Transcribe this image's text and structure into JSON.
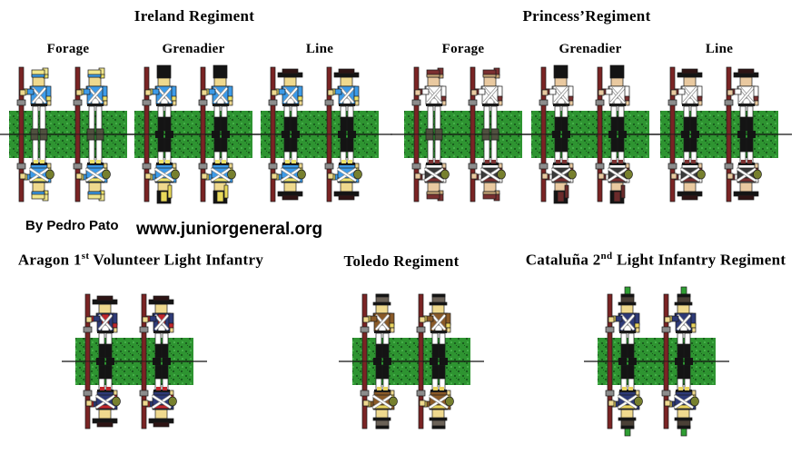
{
  "page": {
    "background": "#FFFFFF"
  },
  "credits": {
    "author": "By Pedro Pato",
    "website": "www.juniorgeneral.org"
  },
  "colors": {
    "grass": "#2E9431",
    "grass_dark": "#1A5E1E",
    "grass_light": "#45AE49",
    "musket": "#7A2424",
    "musket_lock": "#8C8C8C",
    "outline": "#1A1A1A",
    "fold_line": "#111111"
  },
  "regiments": [
    {
      "title": "Ireland Regiment",
      "units": [
        {
          "label": "Forage",
          "uniform": {
            "hat": "forage",
            "hat_color": "#F0E68C",
            "hat_band": "#3D9BE9",
            "hat_tip": "#EDE26B",
            "coat": "#3D9BE9",
            "facings": "#EDE26B",
            "trousers": "#FFFFFF",
            "gaiters": "shoes",
            "skin": "#EFD98E",
            "pack": "#3D9BE9",
            "bearskin_back": "#E8D95A"
          }
        },
        {
          "label": "Grenadier",
          "uniform": {
            "hat": "bearskin",
            "coat": "#3D9BE9",
            "facings": "#EDE26B",
            "trousers": "#FFFFFF",
            "gaiters": "black",
            "skin": "#EFD98E",
            "pack": "#3D9BE9",
            "bearskin_back": "#E8D95A"
          }
        },
        {
          "label": "Line",
          "uniform": {
            "hat": "bicorne",
            "coat": "#3D9BE9",
            "facings": "#EDE26B",
            "trousers": "#FFFFFF",
            "gaiters": "black",
            "skin": "#EFD98E",
            "pack": "#3D9BE9",
            "bearskin_back": "#E8D95A"
          }
        }
      ]
    },
    {
      "title": "Princess’Regiment",
      "units": [
        {
          "label": "Forage",
          "uniform": {
            "hat": "forage",
            "hat_color": "#7A3030",
            "hat_band": "#C9A878",
            "hat_tip": "#C9A878",
            "coat": "#FCFCFC",
            "facings": "#7A3030",
            "trousers": "#FCFCFC",
            "gaiters": "shoes",
            "skin": "#E9C9A0",
            "pack": "#3A3A3A",
            "bearskin_back": "#6B2B2B"
          }
        },
        {
          "label": "Grenadier",
          "uniform": {
            "hat": "bearskin",
            "coat": "#FCFCFC",
            "facings": "#7A3030",
            "trousers": "#FCFCFC",
            "gaiters": "black",
            "skin": "#E9C9A0",
            "pack": "#3A3A3A",
            "bearskin_back": "#6B2B2B"
          }
        },
        {
          "label": "Line",
          "uniform": {
            "hat": "bicorne",
            "coat": "#FCFCFC",
            "facings": "#7A3030",
            "trousers": "#FCFCFC",
            "gaiters": "black",
            "skin": "#E9C9A0",
            "pack": "#3A3A3A",
            "bearskin_back": "#6B2B2B"
          }
        }
      ]
    },
    {
      "title": "Aragon 1st Volunteer Light Infantry",
      "title_pre": "Aragon 1",
      "title_sup": "st",
      "title_post": " Volunteer Light Infantry",
      "units": [
        {
          "label": "",
          "uniform": {
            "hat": "bicorne",
            "coat": "#2E3A77",
            "facings": "#C0272D",
            "chest": "#C0272D",
            "trousers": "#FFFFFF",
            "gaiters": "black",
            "skin": "#EFD98E",
            "pack": "#2E3A77"
          }
        }
      ]
    },
    {
      "title": "Toledo Regiment",
      "units": [
        {
          "label": "",
          "uniform": {
            "hat": "shako",
            "hat_color": "#6B6257",
            "hat_top": "#141414",
            "coat": "#8A5A28",
            "facings": "#E9D35E",
            "trousers": "#FFFFFF",
            "gaiters": "black",
            "skin": "#EFD98E",
            "pack": "#8A5A28"
          }
        }
      ]
    },
    {
      "title": "Cataluña 2nd Light Infantry Regiment",
      "title_pre": "Cataluña 2",
      "title_sup": "nd",
      "title_post": " Light Infantry Regiment",
      "units": [
        {
          "label": "",
          "uniform": {
            "hat": "shako",
            "hat_color": "#4A4036",
            "hat_top": "#141414",
            "plume": "#2F9E33",
            "coat": "#2E3A77",
            "facings": "#E9D35E",
            "trousers": "#FFFFFF",
            "gaiters": "black",
            "skin": "#EFD98E",
            "pack": "#2E3A77"
          }
        }
      ]
    }
  ]
}
